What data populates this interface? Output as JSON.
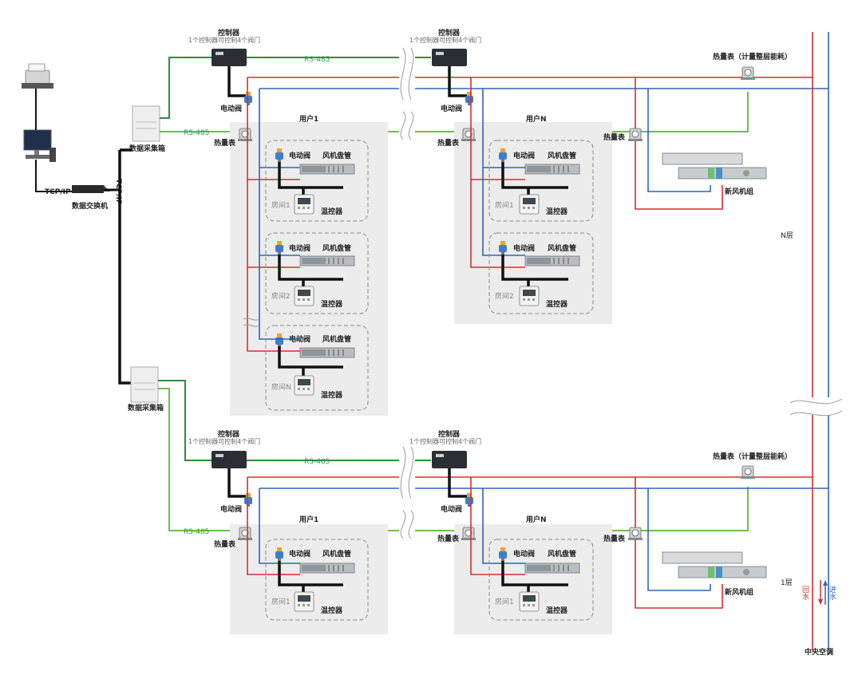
{
  "labels": {
    "controller": "控制器",
    "controller_note": "1个控制器可控制4个阀门",
    "rs485": "RS-485",
    "heat_meter": "热量表",
    "heat_meter_floor": "热量表（计量整层能耗）",
    "electric_valve": "电动阀",
    "fan_coil": "风机盘管",
    "thermostat": "温控器",
    "data_collector": "数据采集箱",
    "switch": "数据交换机",
    "tcp_ip": "TCP/IP",
    "fresh_air_unit": "新风机组",
    "user_1": "用户1",
    "user_n": "用户N",
    "room_1": "房间1",
    "room_2": "房间2",
    "room_n": "房间N",
    "floor_n": "N层",
    "floor_1": "1层",
    "return_water": "回水",
    "supply_water": "进水",
    "central_ac": "中央空调"
  },
  "colors": {
    "supply_pipe": "#2f64b8",
    "return_pipe": "#d62f2f",
    "rs485_bus": "#6cc04a",
    "collector_bus": "#2e8b3e",
    "control_cable": "#111111",
    "user_area": "#ececec"
  },
  "icons": [
    "printer-icon",
    "computer-icon",
    "switch-icon",
    "collector-icon",
    "controller-icon",
    "valve-icon",
    "heat-meter-icon",
    "fan-coil-icon",
    "thermostat-icon",
    "fresh-air-unit-icon"
  ]
}
